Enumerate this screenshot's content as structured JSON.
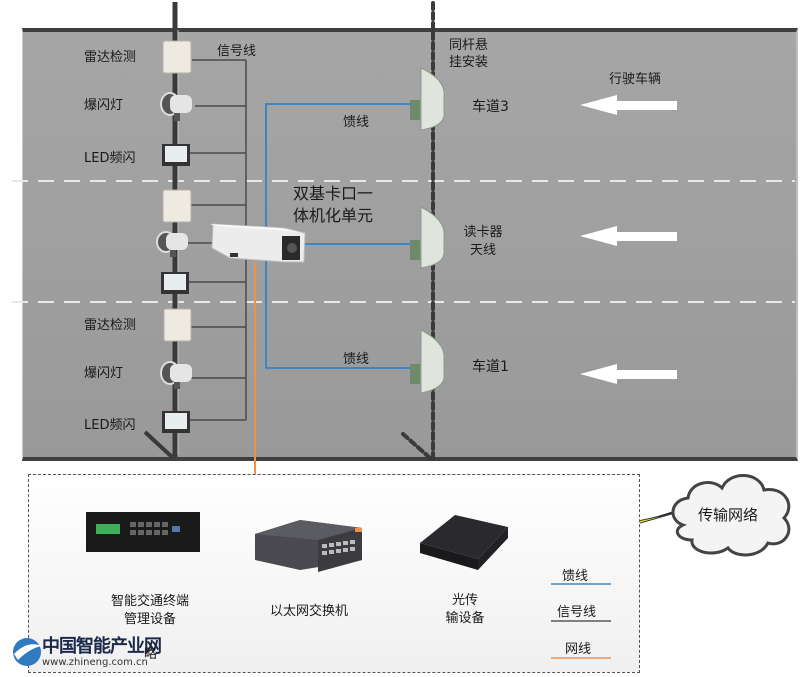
{
  "title_unit": "双基卡口一\n体机化单元",
  "title_unit_lines": [
    "双基卡口一",
    "体机化单元"
  ],
  "pole_devices": [
    {
      "label": "雷达检测",
      "type": "radar"
    },
    {
      "label": "爆闪灯",
      "type": "strobe"
    },
    {
      "label": "LED频闪",
      "type": "led"
    },
    {
      "label": "",
      "type": "radar"
    },
    {
      "label": "",
      "type": "strobe"
    },
    {
      "label": "",
      "type": "led"
    },
    {
      "label": "雷达检测",
      "type": "radar"
    },
    {
      "label": "爆闪灯",
      "type": "strobe"
    },
    {
      "label": "LED频闪",
      "type": "led"
    }
  ],
  "labels": {
    "signal_line": "信号线",
    "feeder_top": "馈线",
    "feeder_bottom": "馈线",
    "same_pole_lines": [
      "同杆悬",
      "挂安装"
    ],
    "driving_vehicle": "行驶车辆",
    "lane3": "车道3",
    "lane1": "车道1",
    "reader_antenna_lines": [
      "读卡器",
      "天线"
    ]
  },
  "system": {
    "terminal_lines": [
      "智能交通终端",
      "管理设备"
    ],
    "switch_label": "以太网交换机",
    "optical_lines": [
      "光传",
      "输设备"
    ],
    "network_cloud": "传输网络",
    "hidden_caption_tail": "略"
  },
  "legend": [
    {
      "label": "馈线",
      "color": "#3c86c8"
    },
    {
      "label": "信号线",
      "color": "#5a5a5a"
    },
    {
      "label": "网线",
      "color": "#f0914a"
    }
  ],
  "watermark": {
    "name": "中国智能产业网",
    "url": "www.zhineng.com.cn"
  },
  "colors": {
    "road": "#a3a3a3",
    "feeder": "#3c86c8",
    "signal": "#5a5a5a",
    "network": "#f0914a",
    "lightning": "#f2f216"
  }
}
